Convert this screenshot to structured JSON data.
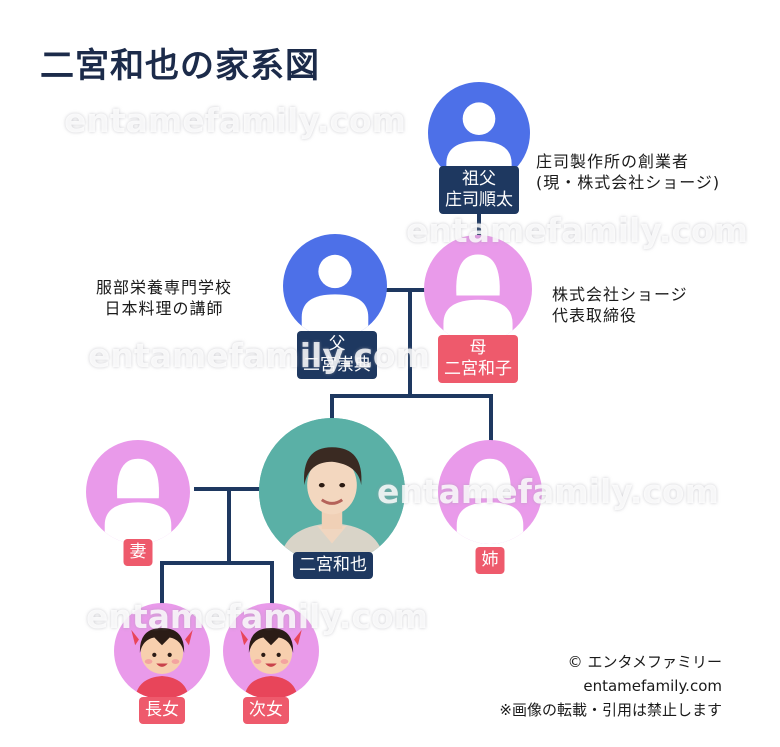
{
  "title": "二宮和也の家系図",
  "watermark": "entamefamily.com",
  "people": {
    "grandfather": {
      "role": "祖父",
      "name": "庄司順太",
      "note_line1": "庄司製作所の創業者",
      "note_line2": "(現・株式会社ショージ)"
    },
    "father": {
      "role": "父",
      "name": "二宮崇典",
      "note_line1": "服部栄養専門学校",
      "note_line2": "日本料理の講師"
    },
    "mother": {
      "role": "母",
      "name": "二宮和子",
      "note_line1": "株式会社ショージ",
      "note_line2": "代表取締役"
    },
    "self": {
      "name": "二宮和也"
    },
    "wife": {
      "role": "妻"
    },
    "sister": {
      "role": "姉"
    },
    "daughter1": {
      "role": "長女"
    },
    "daughter2": {
      "role": "次女"
    }
  },
  "credit": {
    "line1": "© エンタメファミリー",
    "line2": "entamefamily.com",
    "line3": "※画像の転載・引用は禁止します"
  },
  "colors": {
    "male": "#4d70e8",
    "female": "#e99aea",
    "navy_label": "#1e3860",
    "pink_label": "#ee5a6c",
    "line": "#1e3860",
    "self_bg": "#5ab0a6"
  },
  "icons": {
    "grandfather": "silhouette-icon",
    "father": "silhouette-icon",
    "mother": "female-silhouette-icon",
    "wife": "female-silhouette-icon",
    "sister": "female-silhouette-icon",
    "self": "portrait-photo",
    "daughter1": "girl-illustration-icon",
    "daughter2": "girl-illustration-icon"
  }
}
